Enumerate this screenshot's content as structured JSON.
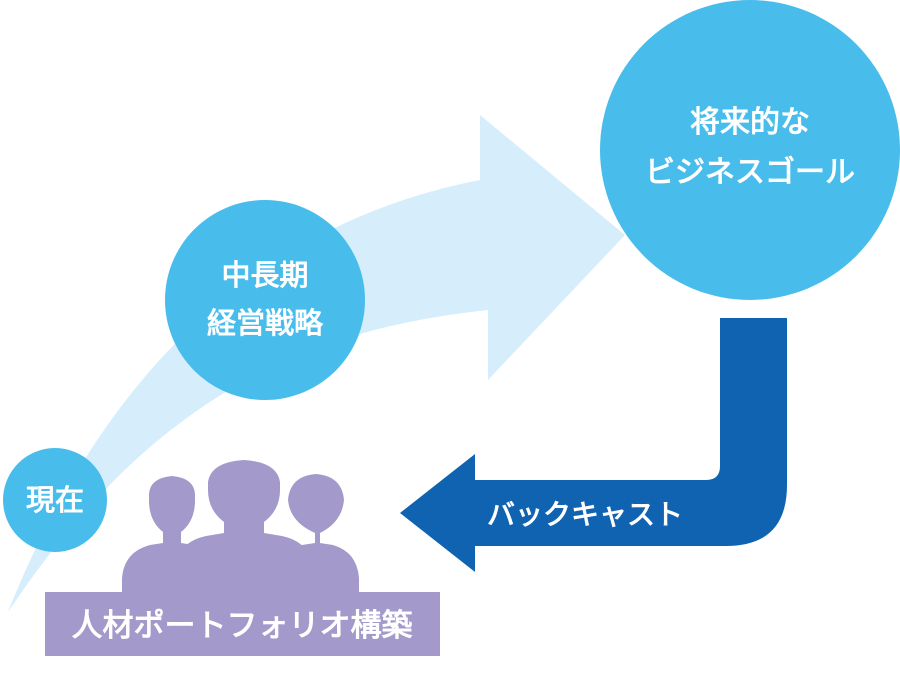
{
  "nodes": {
    "current": {
      "label": "現在"
    },
    "mid_term": {
      "line1": "中長期",
      "line2": "経営戦略"
    },
    "goal": {
      "line1": "将来的な",
      "line2": "ビジネスゴール"
    }
  },
  "backcast": {
    "label": "バックキャスト"
  },
  "people": {
    "label": "人材ポートフォリオ構築",
    "icon": "people-group-icon"
  },
  "colors": {
    "light_arrow": "#d6eefb",
    "circle": "#48bdec",
    "dark_arrow": "#0f63b0",
    "people": "#a39acb",
    "text": "#ffffff"
  }
}
